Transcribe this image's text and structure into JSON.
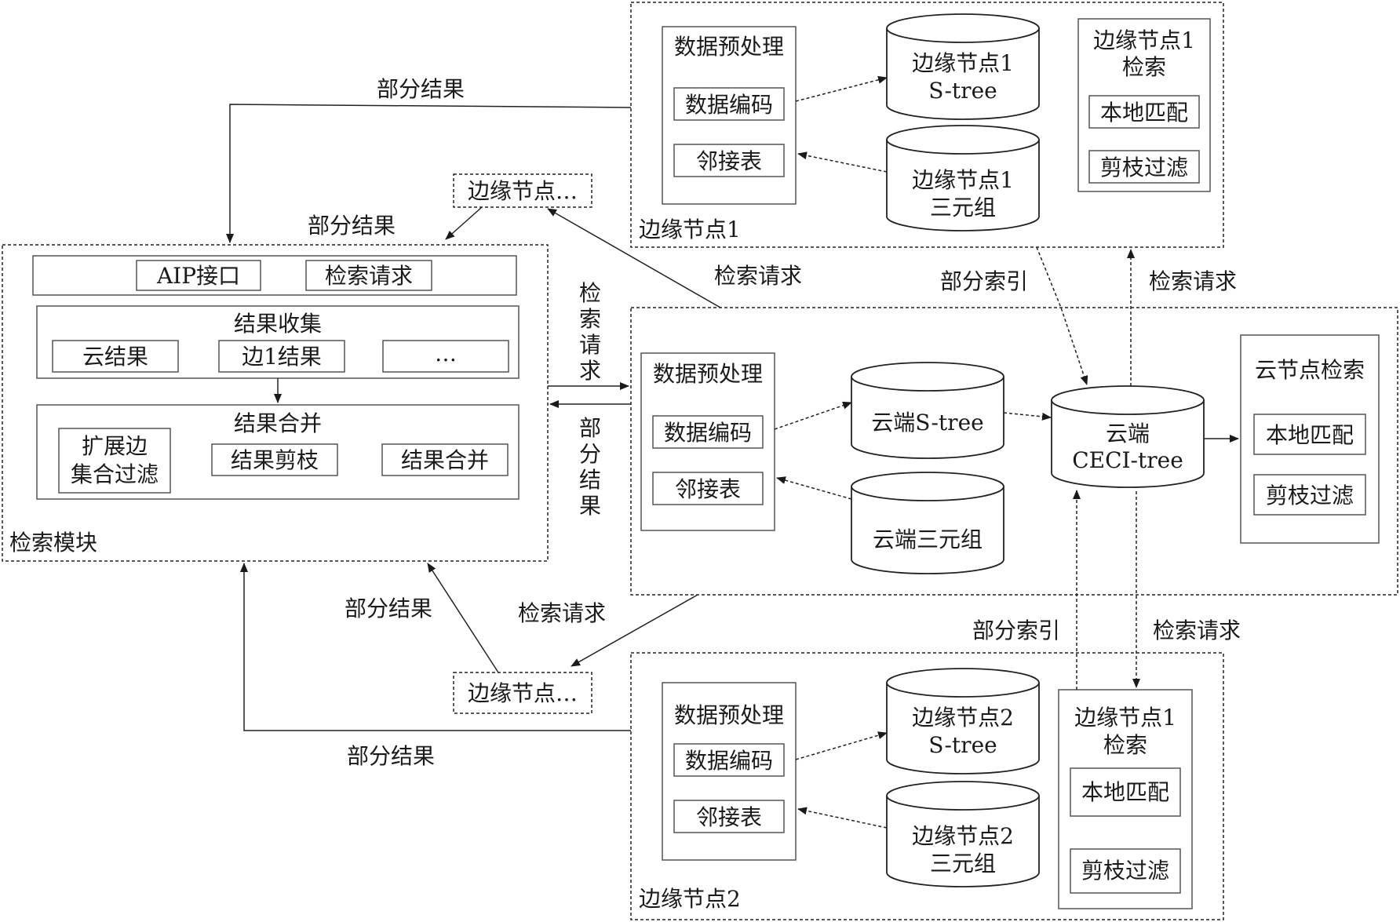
{
  "retrieval_module": {
    "label": "检索模块",
    "api_row": {
      "api": "AIP接口",
      "request": "检索请求"
    },
    "collect": {
      "title": "结果收集",
      "cloud": "云结果",
      "edge1": "边1结果",
      "more": "…"
    },
    "merge": {
      "title": "结果合并",
      "expand_line1": "扩展边",
      "expand_line2": "集合过滤",
      "prune": "结果剪枝",
      "merge": "结果合并"
    }
  },
  "edge1": {
    "label": "边缘节点1",
    "preprocess": {
      "title": "数据预处理",
      "encode": "数据编码",
      "adjacency": "邻接表"
    },
    "stree": {
      "line1": "边缘节点1",
      "line2": "S-tree"
    },
    "triples": {
      "line1": "边缘节点1",
      "line2": "三元组"
    },
    "search": {
      "line1": "边缘节点1",
      "line2": "检索",
      "match": "本地匹配",
      "prune": "剪枝过滤"
    }
  },
  "cloud": {
    "preprocess": {
      "title": "数据预处理",
      "encode": "数据编码",
      "adjacency": "邻接表"
    },
    "stree": "云端S-tree",
    "triples": "云端三元组",
    "ceci": {
      "line1": "云端",
      "line2": "CECI-tree"
    },
    "search": {
      "title": "云节点检索",
      "match": "本地匹配",
      "prune": "剪枝过滤"
    }
  },
  "edge2": {
    "label": "边缘节点2",
    "preprocess": {
      "title": "数据预处理",
      "encode": "数据编码",
      "adjacency": "邻接表"
    },
    "stree": {
      "line1": "边缘节点2",
      "line2": "S-tree"
    },
    "triples": {
      "line1": "边缘节点2",
      "line2": "三元组"
    },
    "search": {
      "line1": "边缘节点1",
      "line2": "检索",
      "match": "本地匹配",
      "prune": "剪枝过滤"
    }
  },
  "edge_more_top": "边缘节点…",
  "edge_more_bottom": "边缘节点…",
  "labels": {
    "partial_result_top": "部分结果",
    "partial_result_upper": "部分结果",
    "search_request_upper": "检索请求",
    "partial_index_upper": "部分索引",
    "search_request_right_upper": "检索请求",
    "vertical_request": [
      "检",
      "索",
      "请",
      "求"
    ],
    "vertical_result": [
      "部",
      "分",
      "结",
      "果"
    ],
    "partial_result_lower": "部分结果",
    "search_request_lower": "检索请求",
    "partial_index_lower": "部分索引",
    "search_request_right_lower": "检索请求",
    "partial_result_bottom": "部分结果"
  }
}
